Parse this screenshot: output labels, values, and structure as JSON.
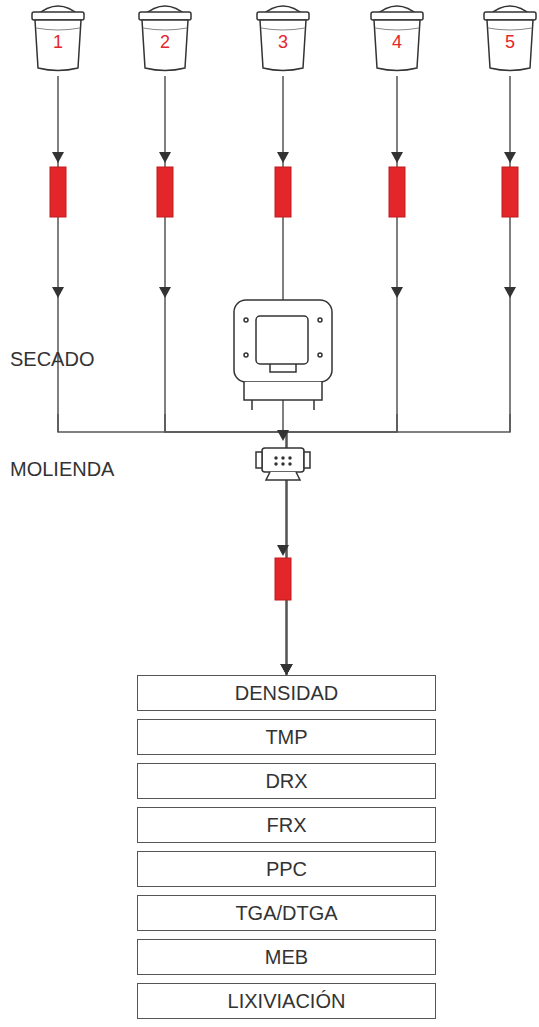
{
  "diagram": {
    "nodes": [
      {
        "text": [
          "1"
        ]
      },
      {
        "text": [
          "2"
        ]
      },
      {
        "text": [
          "3"
        ]
      },
      {
        "text": [
          "4"
        ]
      },
      {
        "text": [
          "5"
        ]
      },
      {
        "text": [
          "DENSIDAD"
        ]
      },
      {
        "text": [
          "TMP"
        ]
      },
      {
        "text": [
          "DRX"
        ]
      },
      {
        "text": [
          "FRX"
        ]
      },
      {
        "text": [
          "PPC"
        ]
      },
      {
        "text": [
          "TGA/DTGA"
        ]
      },
      {
        "text": [
          "MEB"
        ]
      },
      {
        "text": [
          "LIXIVIACIÓN"
        ]
      }
    ],
    "edges": [
      {
        "from": 0,
        "to": 5,
        "arrow": "to"
      },
      {
        "from": 1,
        "to": 5,
        "arrow": "to"
      },
      {
        "from": 2,
        "to": 5,
        "arrow": "to"
      },
      {
        "from": 3,
        "to": 5,
        "arrow": "to"
      },
      {
        "from": 4,
        "to": 5,
        "arrow": "to"
      }
    ],
    "labels": [
      "SECADO",
      "MOLIENDA"
    ]
  }
}
